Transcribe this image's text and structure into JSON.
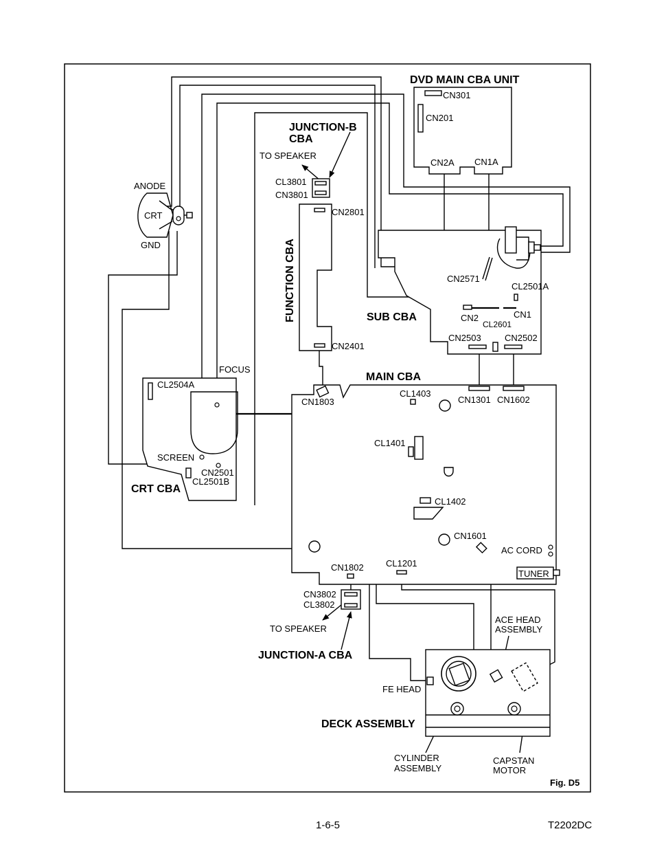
{
  "labels": {
    "dvd_main": "DVD MAIN CBA UNIT",
    "cn301": "CN301",
    "cn201": "CN201",
    "cn2a": "CN2A",
    "cn1a": "CN1A",
    "junction_b": "JUNCTION-B",
    "cba": "CBA",
    "to_speaker_top": "TO SPEAKER",
    "cl3801": "CL3801",
    "cn3801": "CN3801",
    "cn2801": "CN2801",
    "function_cba": "FUNCTION CBA",
    "cn2401": "CN2401",
    "anode": "ANODE",
    "crt": "CRT",
    "gnd": "GND",
    "cn2571": "CN2571",
    "cl2501a": "CL2501A",
    "sub_cba": "SUB CBA",
    "cn2": "CN2",
    "cn1": "CN1",
    "cl2601": "CL2601",
    "cn2503": "CN2503",
    "cn2502": "CN2502",
    "focus": "FOCUS",
    "cl2504a": "CL2504A",
    "main_cba": "MAIN CBA",
    "cn1803": "CN1803",
    "cl1403": "CL1403",
    "cn1301": "CN1301",
    "cn1602": "CN1602",
    "cl1401": "CL1401",
    "screen": "SCREEN",
    "cn2501": "CN2501",
    "crt_cba": "CRT CBA",
    "cl2501b": "CL2501B",
    "cl1402": "CL1402",
    "cn1601": "CN1601",
    "ac_cord": "AC CORD",
    "cn1802": "CN1802",
    "cl1201": "CL1201",
    "tuner": "TUNER",
    "cn3802": "CN3802",
    "cl3802": "CL3802",
    "to_speaker_bottom": "TO SPEAKER",
    "ace_head_1": "ACE HEAD",
    "ace_head_2": "ASSEMBLY",
    "junction_a": "JUNCTION-A CBA",
    "fe_head": "FE HEAD",
    "deck_assembly": "DECK ASSEMBLY",
    "cylinder_1": "CYLINDER",
    "cylinder_2": "ASSEMBLY",
    "capstan_1": "CAPSTAN",
    "capstan_2": "MOTOR",
    "fig": "Fig. D5"
  },
  "footer": {
    "page_number": "1-6-5",
    "model": "T2202DC"
  }
}
